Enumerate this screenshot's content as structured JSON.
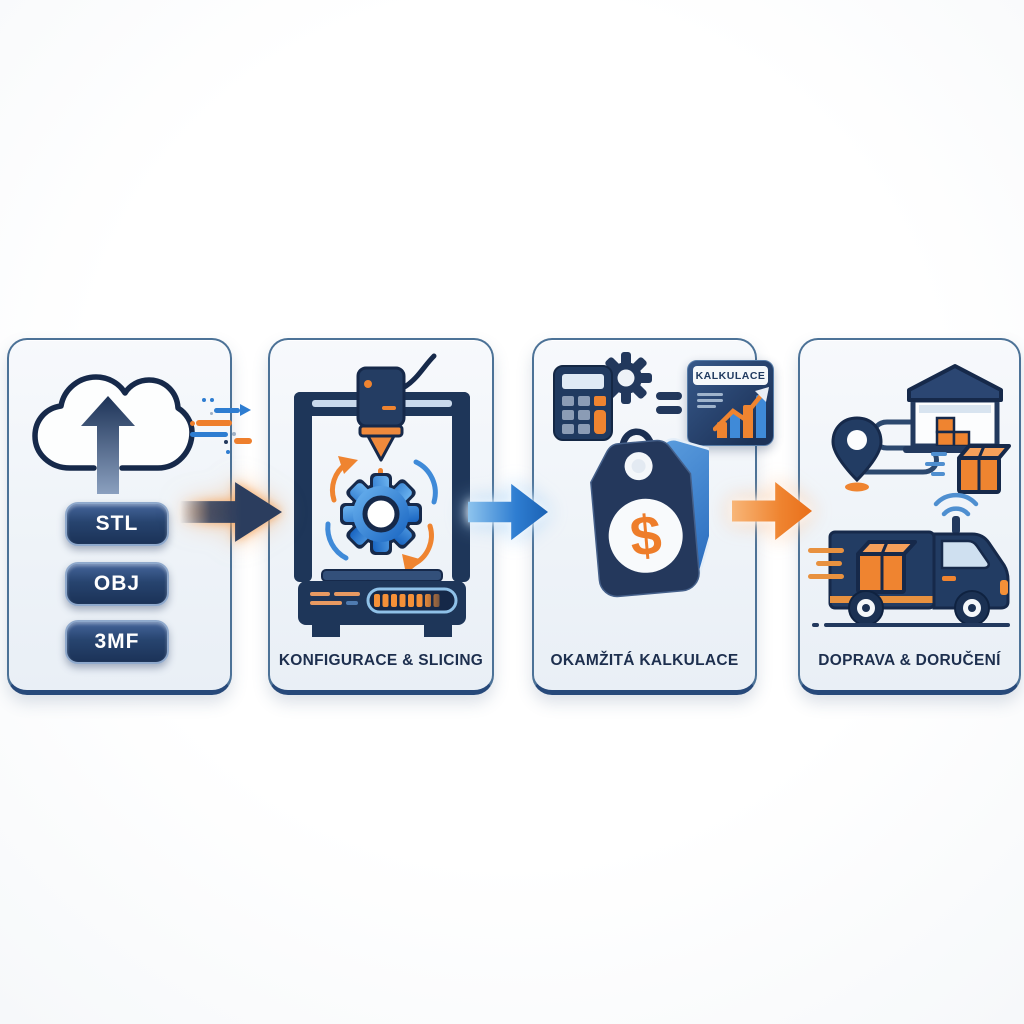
{
  "flow": {
    "steps": [
      {
        "name": "upload-modelu",
        "badges": [
          "STL",
          "OBJ",
          "3MF"
        ]
      },
      {
        "name": "konfigurace-slicing",
        "label": "KONFIGURACE & SLICING"
      },
      {
        "name": "okamzita-kalkulace",
        "label": "OKAMŽITÁ KALKULACE",
        "card_title": "KALKULACE",
        "currency_symbol": "$"
      },
      {
        "name": "doprava-doruceni",
        "label": "DOPRAVA & DORUČENÍ"
      }
    ],
    "icons": {
      "step1": "cloud-upload-icon",
      "step2": "printer-icon, gear-icon, progress-bar",
      "step3": "calculator-icon, gear-icon, equals-icon, bar-chart-icon, price-tag-icon, dollar-icon",
      "step4": "location-pin-icon, route-path, warehouse-icon, package-icon, delivery-truck-icon, signal-icon"
    },
    "palette": {
      "navy": "#22385c",
      "navy_deep": "#16294a",
      "orange": "#ee7f2d",
      "orange_soft": "#f6a05a",
      "blue": "#2e7dd1",
      "blue_light": "#7db8ec",
      "panel_bg": "#f2f6fa",
      "panel_border": "#4c7297",
      "label_color": "#1d2f4e"
    }
  }
}
